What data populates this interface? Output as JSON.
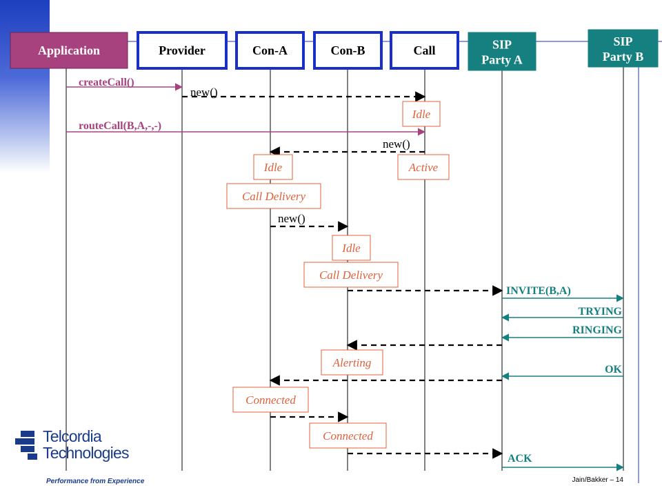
{
  "headers": [
    {
      "id": "application",
      "label": "Application",
      "fill": "#a8427f",
      "stroke": "#6a2450",
      "text_color": "#ffffff"
    },
    {
      "id": "provider",
      "label": "Provider",
      "fill": "#ffffff",
      "stroke": "#1930c8",
      "text_color": "#000000"
    },
    {
      "id": "con-a",
      "label": "Con-A",
      "fill": "#ffffff",
      "stroke": "#1930c8",
      "text_color": "#000000"
    },
    {
      "id": "con-b",
      "label": "Con-B",
      "fill": "#ffffff",
      "stroke": "#1930c8",
      "text_color": "#000000"
    },
    {
      "id": "call",
      "label": "Call",
      "fill": "#ffffff",
      "stroke": "#1930c8",
      "text_color": "#000000"
    },
    {
      "id": "sip-party-a",
      "label": [
        "SIP",
        "Party A"
      ],
      "fill": "#168081",
      "stroke": "#168081",
      "text_color": "#ffffff"
    },
    {
      "id": "sip-party-b",
      "label": [
        "SIP",
        "Party B"
      ],
      "fill": "#168081",
      "stroke": "#168081",
      "text_color": "#ffffff"
    }
  ],
  "messages": [
    {
      "id": "createcall",
      "label": "createCall()",
      "from": "application",
      "to": "provider",
      "style": "solid",
      "color": "#a8427f"
    },
    {
      "id": "new-call",
      "label": "new()",
      "from": "provider",
      "to": "call",
      "style": "dashed",
      "color": "#000000"
    },
    {
      "id": "routecall",
      "label": "routeCall(B,A,-,-)",
      "from": "application",
      "to": "call",
      "style": "solid",
      "color": "#a8427f"
    },
    {
      "id": "new-con-a",
      "label": "new()",
      "from": "call",
      "to": "con-a",
      "style": "dashed",
      "color": "#000000"
    },
    {
      "id": "new-con-b",
      "label": "new()",
      "from": "con-a",
      "to": "con-b",
      "style": "dashed",
      "color": "#000000"
    },
    {
      "id": "con-b-to-sip-a",
      "label": "",
      "from": "con-b",
      "to": "sip-party-a",
      "style": "dashed",
      "color": "#000000"
    },
    {
      "id": "invite",
      "label": "INVITE(B,A)",
      "from": "sip-party-a",
      "to": "sip-party-b",
      "style": "solid",
      "color": "#168081"
    },
    {
      "id": "trying",
      "label": "TRYING",
      "from": "sip-party-b",
      "to": "sip-party-a",
      "style": "solid",
      "color": "#168081"
    },
    {
      "id": "ringing",
      "label": "RINGING",
      "from": "sip-party-b",
      "to": "sip-party-a",
      "style": "solid",
      "color": "#168081"
    },
    {
      "id": "sip-a-to-con-b",
      "label": "",
      "from": "sip-party-a",
      "to": "con-b",
      "style": "dashed",
      "color": "#000000"
    },
    {
      "id": "ok",
      "label": "OK",
      "from": "sip-party-b",
      "to": "sip-party-a",
      "style": "solid",
      "color": "#168081"
    },
    {
      "id": "sip-a-to-con-a",
      "label": "",
      "from": "sip-party-a",
      "to": "con-a",
      "style": "dashed",
      "color": "#000000"
    },
    {
      "id": "con-a-to-con-b",
      "label": "",
      "from": "con-a",
      "to": "con-b",
      "style": "dashed",
      "color": "#000000"
    },
    {
      "id": "con-b-to-sip-a-2",
      "label": "",
      "from": "con-b",
      "to": "sip-party-a",
      "style": "dashed",
      "color": "#000000"
    },
    {
      "id": "ack",
      "label": "ACK",
      "from": "sip-party-a",
      "to": "sip-party-b",
      "style": "solid",
      "color": "#168081"
    }
  ],
  "states": [
    {
      "id": "call-idle",
      "label": "Idle",
      "lifeline": "call"
    },
    {
      "id": "con-a-idle",
      "label": "Idle",
      "lifeline": "con-a"
    },
    {
      "id": "call-active",
      "label": "Active",
      "lifeline": "call"
    },
    {
      "id": "con-a-call-delivery",
      "label": "Call Delivery",
      "lifeline": "con-a"
    },
    {
      "id": "con-b-idle",
      "label": "Idle",
      "lifeline": "con-b"
    },
    {
      "id": "con-b-call-delivery",
      "label": "Call Delivery",
      "lifeline": "con-b"
    },
    {
      "id": "con-b-alerting",
      "label": "Alerting",
      "lifeline": "con-b"
    },
    {
      "id": "con-a-connected",
      "label": "Connected",
      "lifeline": "con-a"
    },
    {
      "id": "con-b-connected",
      "label": "Connected",
      "lifeline": "con-b"
    }
  ],
  "state_colors": {
    "border": "#e0603a",
    "text": "#e0603a"
  },
  "logo": {
    "text_line1": "Telcordia",
    "text_line2": "Technologies",
    "tagline": "Performance from Experience"
  },
  "footer": {
    "text": "Jain/Bakker  – 14"
  }
}
